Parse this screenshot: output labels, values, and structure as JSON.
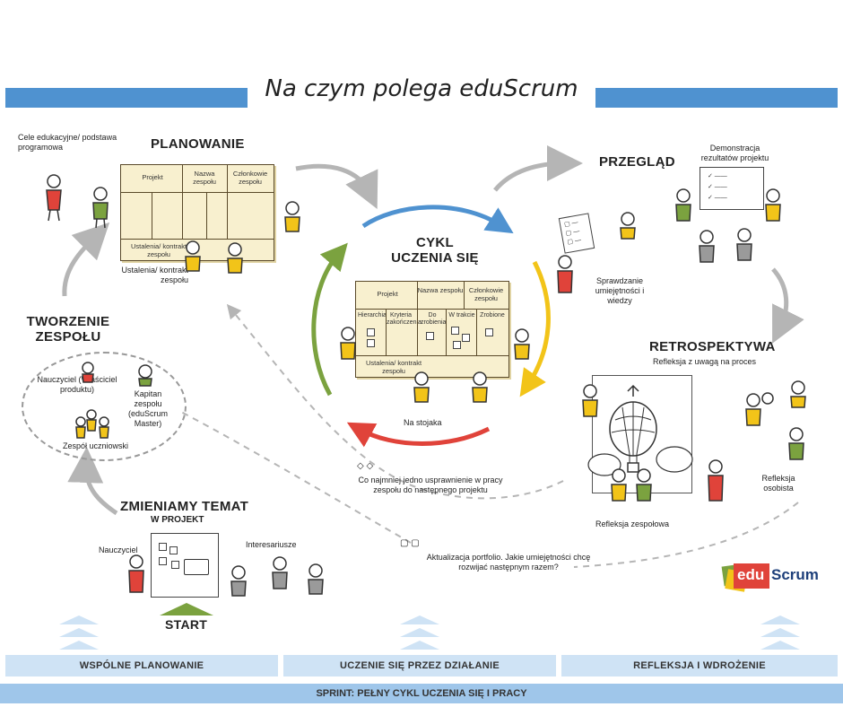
{
  "title": "Na czym polega eduScrum",
  "planning": {
    "heading": "PLANOWANIE",
    "goals_label": "Cele edukacyjne/ podstawa programowa",
    "board": {
      "col1": "Projekt",
      "col2": "Nazwa zespołu",
      "col3": "Członkowie zespołu",
      "footer": "Ustalenia/ kontrakt zespołu"
    },
    "agreements_label": "Ustalenia/ kontrakt zespołu"
  },
  "cycle": {
    "heading": "CYKL UCZENIA SIĘ",
    "board": {
      "col1": "Projekt",
      "col2": "Nazwa zespołu",
      "col3": "Członkowie zespołu",
      "sub1": "Hierarchia",
      "sub2": "Kryteria zakończenia",
      "sub3": "Do zrobienia",
      "sub4": "W trakcie",
      "sub5": "Zrobione",
      "footer": "Ustalenia/ kontrakt zespołu"
    },
    "standup_label": "Na stojaka"
  },
  "review": {
    "heading": "PRZEGLĄD",
    "demo_label": "Demonstracja rezultatów projektu",
    "check_label": "Sprawdzanie umiejętności i wiedzy"
  },
  "retro": {
    "heading": "RETROSPEKTYWA",
    "sub": "Refleksja z uwagą na proces",
    "team_label": "Refleksja zespołowa",
    "personal_label": "Refleksja osobista"
  },
  "team_forming": {
    "heading": "TWORZENIE ZESPOŁU",
    "teacher_label": "Nauczyciel (Właściciel produktu)",
    "captain_label": "Kapitan zespołu (eduScrum Master)",
    "students_label": "Zespół uczniowski"
  },
  "topic": {
    "heading": "ZMIENIAMY TEMAT",
    "sub": "W PROJEKT",
    "teacher_label": "Nauczyciel",
    "stakeholders_label": "Interesariusze",
    "start_label": "START"
  },
  "improvement_note": "Co najmniej jedno usprawnienie w pracy zespołu do następnego projektu",
  "portfolio_note": "Aktualizacja portfolio. Jakie umiejętności chcę rozwijać następnym razem?",
  "logo": {
    "edu": "edu",
    "scrum": "Scrum"
  },
  "phases": {
    "p1": "WSPÓLNE PLANOWANIE",
    "p2": "UCZENIE SIĘ PRZEZ DZIAŁANIE",
    "p3": "REFLEKSJA I WDROŻENIE"
  },
  "sprint": "SPRINT: PEŁNY CYKL UCZENIA SIĘ I PRACY",
  "colors": {
    "blue": "#4f92d0",
    "yellow": "#f2c419",
    "red": "#e0433a",
    "green": "#7ba23f",
    "gray_arrow": "#b5b5b5",
    "light_blue": "#cfe3f5"
  }
}
